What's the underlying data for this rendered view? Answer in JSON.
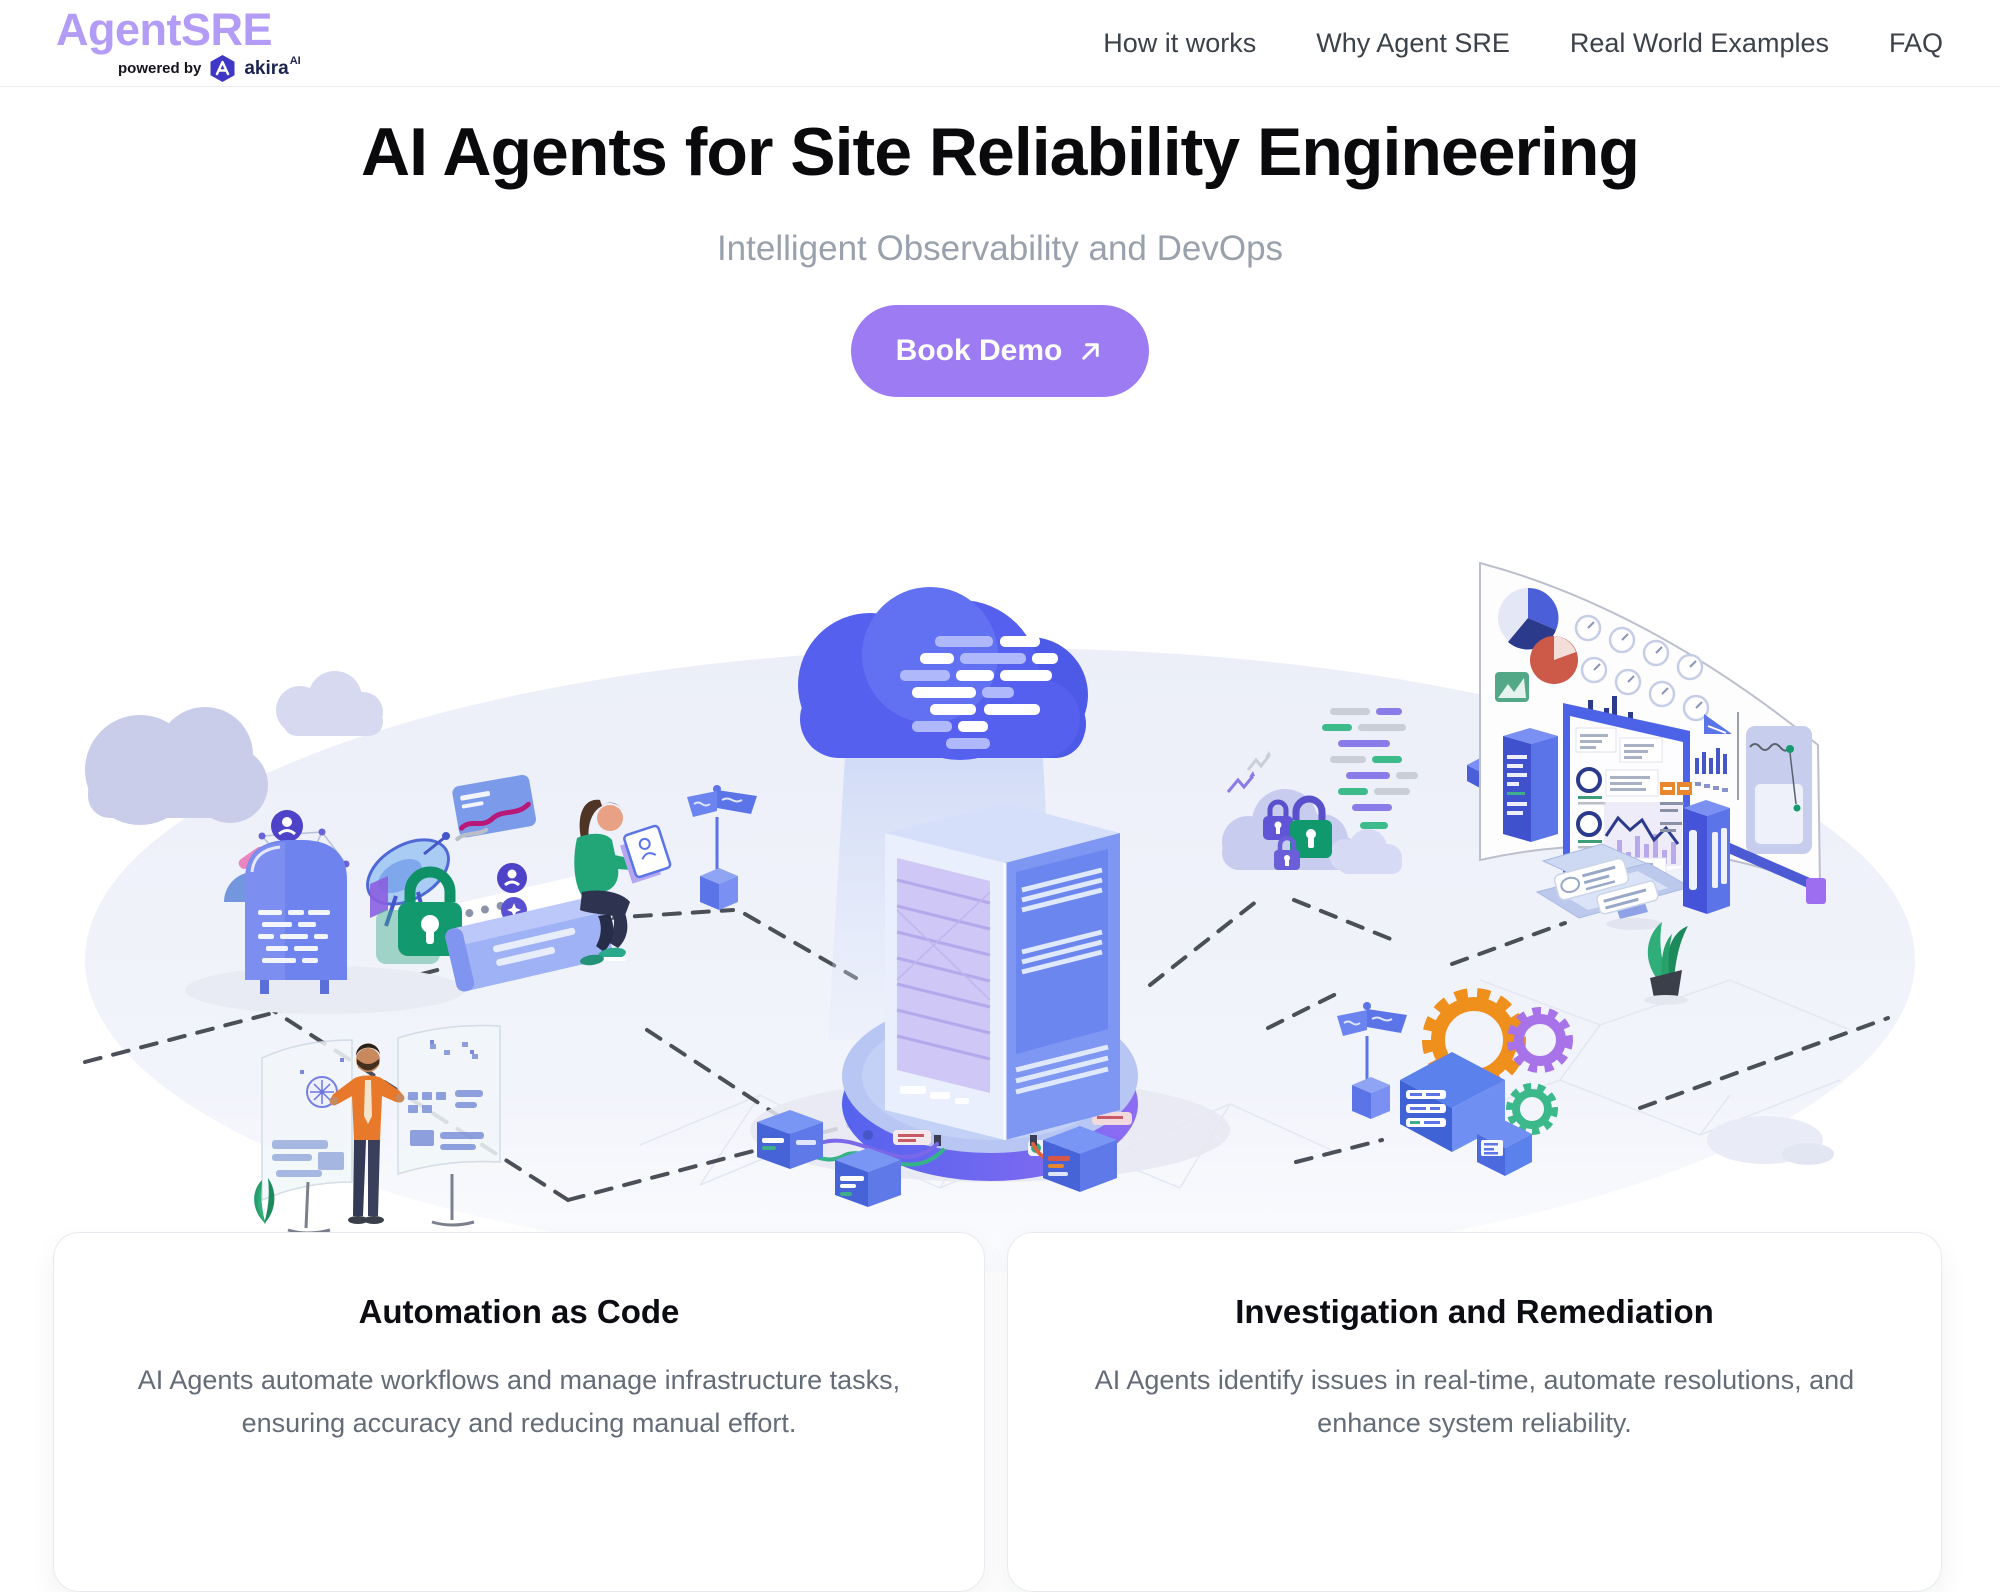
{
  "header": {
    "logo": {
      "text": "AgentSRE",
      "powered_by": "powered by",
      "partner": "akira",
      "partner_superscript": "AI"
    },
    "nav_items": [
      {
        "label": "How it works"
      },
      {
        "label": "Why Agent SRE"
      },
      {
        "label": "Real World Examples"
      },
      {
        "label": "FAQ"
      }
    ]
  },
  "hero": {
    "title": "AI Agents for Site Reliability Engineering",
    "subtitle": "Intelligent Observability and DevOps",
    "cta": {
      "label": "Book Demo",
      "icon": "arrow-up-right"
    }
  },
  "features": {
    "cards": [
      {
        "title": "Automation as Code",
        "description": "AI Agents automate workflows and manage infrastructure tasks, ensuring accuracy and reducing manual effort."
      },
      {
        "title": "Investigation and Remediation",
        "description": "AI Agents identify issues in real-time, automate resolutions, and enhance system reliability."
      }
    ]
  },
  "illustration": {
    "description": "Isometric scene of AI agents managing cloud infrastructure: a code cloud beams onto a server rack platform connected to edge devices, security locks, monitoring dashboards, automation gears and two engineers",
    "colors": {
      "cloud_blue": "#5560ee",
      "floor_lavender": "#edeff8",
      "platform_purple": "#8d6cf2",
      "lock_green": "#12996e",
      "gear_orange": "#ef8f1c",
      "gear_purple": "#a873e8",
      "gear_green": "#3cb98a"
    }
  },
  "colors": {
    "brand_purple": "#b39cf6",
    "cta_purple": "#9d7cf3",
    "partner_indigo": "#3f38c6",
    "nav_text": "#3c4249",
    "heading_text": "#0a0a0d",
    "subtitle_gray": "#99a1ad",
    "card_body_gray": "#646c78"
  }
}
